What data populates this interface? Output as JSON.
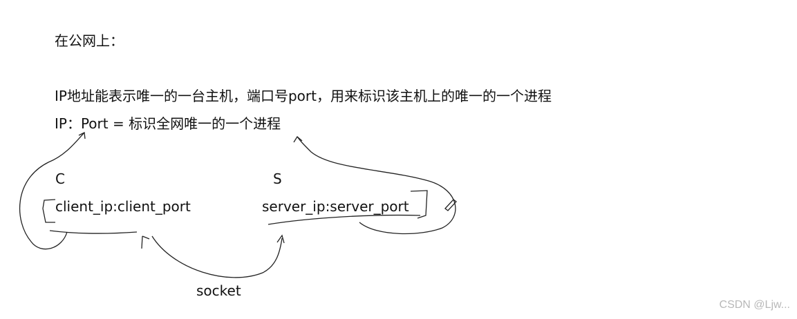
{
  "notes": {
    "heading": "在公网上：",
    "line1": "IP地址能表示唯一的一台主机，端口号port，用来标识该主机上的唯一的一个进程",
    "line2": "IP：Port = 标识全网唯一的一个进程"
  },
  "diagram": {
    "client_label": "C",
    "server_label": "S",
    "client_endpoint": "client_ip:client_port",
    "server_endpoint": "server_ip:server_port",
    "link_label": "socket"
  },
  "watermark": "CSDN @Ljw..."
}
